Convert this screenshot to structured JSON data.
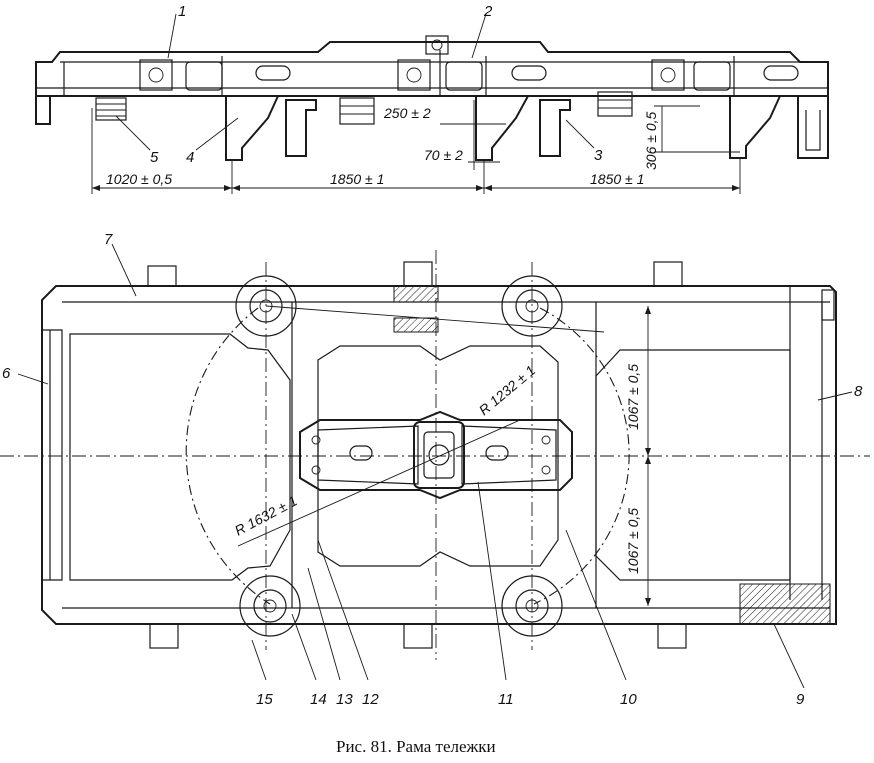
{
  "caption": "Рис. 81. Рама тележки",
  "callouts": {
    "c1": "1",
    "c2": "2",
    "c3": "3",
    "c4": "4",
    "c5": "5",
    "c6": "6",
    "c7": "7",
    "c8": "8",
    "c9": "9",
    "c10": "10",
    "c11": "11",
    "c12": "12",
    "c13": "13",
    "c14": "14",
    "c15": "15"
  },
  "dimensions": {
    "d1020": "1020 ± 0,5",
    "d1850a": "1850 ± 1",
    "d1850b": "1850 ± 1",
    "d250": "250 ± 2",
    "d70": "70 ± 2",
    "d306": "306 ± 0,5",
    "d1067a": "1067 ± 0,5",
    "d1067b": "1067 ± 0,5",
    "r1232": "R 1232 ± 1",
    "r1632": "R 1632 ± 1"
  }
}
